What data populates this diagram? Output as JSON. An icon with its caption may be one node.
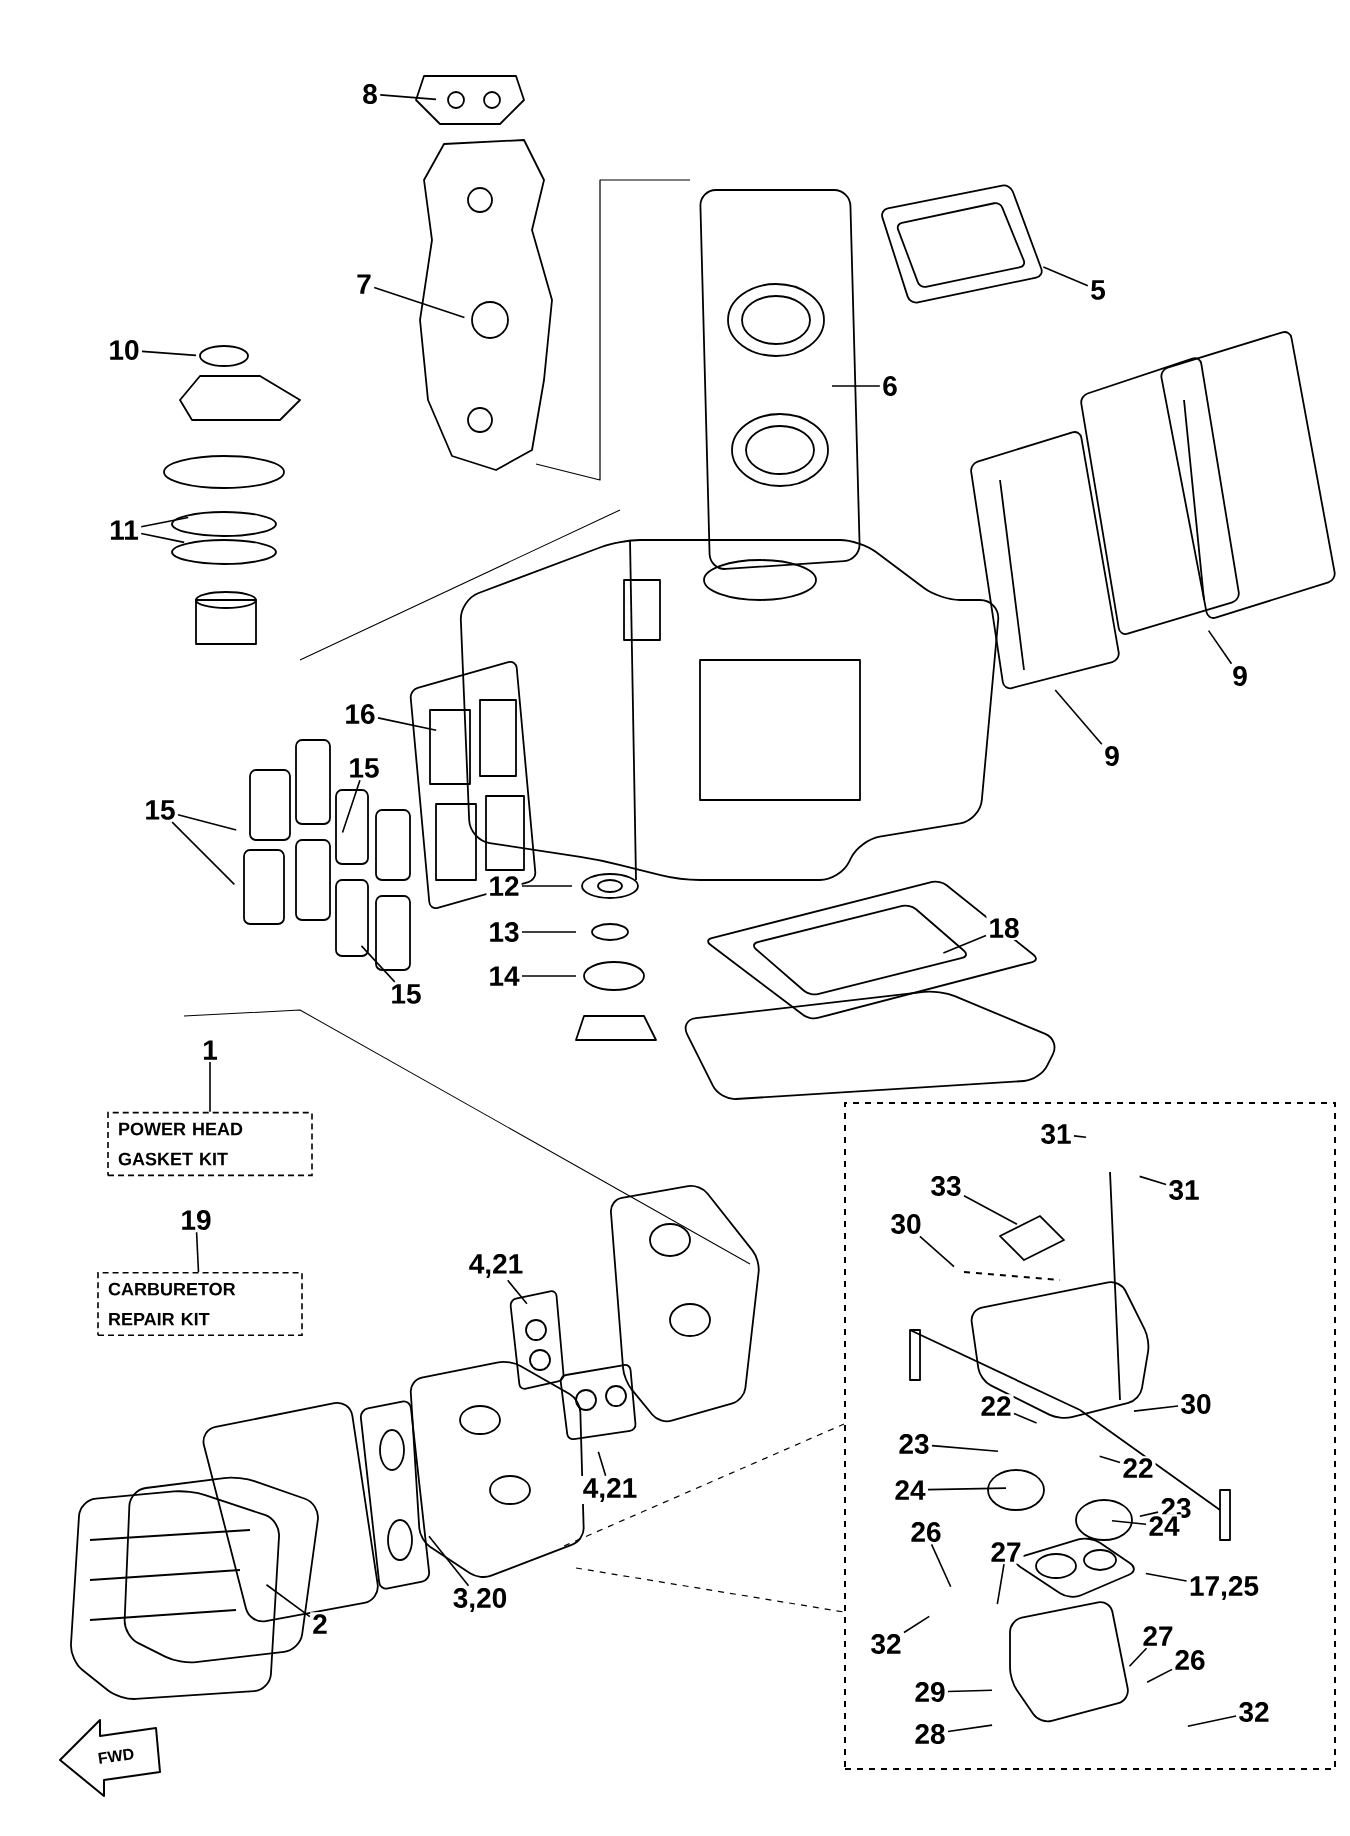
{
  "diagram": {
    "nodes": [
      {
        "text": [
          "8"
        ]
      },
      {
        "text": [
          "7"
        ]
      },
      {
        "text": [
          "10"
        ]
      },
      {
        "text": [
          "11"
        ]
      },
      {
        "text": [
          "6"
        ]
      },
      {
        "text": [
          "5"
        ]
      },
      {
        "text": [
          "9"
        ]
      },
      {
        "text": [
          "9"
        ]
      },
      {
        "text": [
          "16"
        ]
      },
      {
        "text": [
          "15"
        ]
      },
      {
        "text": [
          "15"
        ]
      },
      {
        "text": [
          "15"
        ]
      },
      {
        "text": [
          "12"
        ]
      },
      {
        "text": [
          "13"
        ]
      },
      {
        "text": [
          "14"
        ]
      },
      {
        "text": [
          "18"
        ]
      },
      {
        "text": [
          "1"
        ]
      },
      {
        "text": [
          "POWER HEAD GASKET KIT"
        ]
      },
      {
        "text": [
          "19"
        ]
      },
      {
        "text": [
          "CARBURETOR REPAIR KIT"
        ]
      },
      {
        "text": [
          "4,21"
        ]
      },
      {
        "text": [
          "4,21"
        ]
      },
      {
        "text": [
          "3,20"
        ]
      },
      {
        "text": [
          "2"
        ]
      },
      {
        "text": [],
        "shape": "box"
      },
      {
        "text": [
          "31"
        ],
        "in": 24
      },
      {
        "text": [
          "31"
        ],
        "in": 24
      },
      {
        "text": [
          "33"
        ],
        "in": 24
      },
      {
        "text": [
          "30"
        ],
        "in": 24
      },
      {
        "text": [
          "30"
        ],
        "in": 24
      },
      {
        "text": [
          "22"
        ],
        "in": 24
      },
      {
        "text": [
          "22"
        ],
        "in": 24
      },
      {
        "text": [
          "23"
        ],
        "in": 24
      },
      {
        "text": [
          "23"
        ],
        "in": 24
      },
      {
        "text": [
          "24"
        ],
        "in": 24
      },
      {
        "text": [
          "24"
        ],
        "in": 24
      },
      {
        "text": [
          "17,25"
        ],
        "in": 24
      },
      {
        "text": [
          "26"
        ],
        "in": 24
      },
      {
        "text": [
          "27"
        ],
        "in": 24
      },
      {
        "text": [
          "32"
        ],
        "in": 24
      },
      {
        "text": [
          "27"
        ],
        "in": 24
      },
      {
        "text": [
          "26"
        ],
        "in": 24
      },
      {
        "text": [
          "29"
        ],
        "in": 24
      },
      {
        "text": [
          "28"
        ],
        "in": 24
      },
      {
        "text": [
          "32"
        ],
        "in": 24
      }
    ],
    "edges": [
      {
        "from": 0,
        "to": null,
        "arrow": "none"
      },
      {
        "from": 1,
        "to": null,
        "arrow": "none"
      },
      {
        "from": 2,
        "to": null,
        "arrow": "none"
      },
      {
        "from": 3,
        "to": null,
        "arrow": "none"
      },
      {
        "from": 3,
        "to": null,
        "arrow": "none"
      },
      {
        "from": 4,
        "to": null,
        "arrow": "none"
      },
      {
        "from": 5,
        "to": null,
        "arrow": "none"
      },
      {
        "from": 6,
        "to": null,
        "arrow": "none"
      },
      {
        "from": 7,
        "to": null,
        "arrow": "none"
      },
      {
        "from": 8,
        "to": null,
        "arrow": "none"
      },
      {
        "from": 9,
        "to": null,
        "arrow": "none"
      },
      {
        "from": 9,
        "to": null,
        "arrow": "none"
      },
      {
        "from": 10,
        "to": null,
        "arrow": "none"
      },
      {
        "from": 11,
        "to": null,
        "arrow": "none"
      },
      {
        "from": 12,
        "to": null,
        "arrow": "none"
      },
      {
        "from": 13,
        "to": null,
        "arrow": "none"
      },
      {
        "from": 14,
        "to": null,
        "arrow": "none"
      },
      {
        "from": 15,
        "to": null,
        "arrow": "none"
      },
      {
        "from": 16,
        "to": 17,
        "arrow": "none"
      },
      {
        "from": 18,
        "to": 19,
        "arrow": "none"
      },
      {
        "from": 20,
        "to": null,
        "arrow": "none"
      },
      {
        "from": 21,
        "to": null,
        "arrow": "none"
      },
      {
        "from": 22,
        "to": null,
        "arrow": "none"
      },
      {
        "from": 23,
        "to": null,
        "arrow": "none"
      },
      {
        "from": 25,
        "to": null,
        "arrow": "none"
      },
      {
        "from": 26,
        "to": null,
        "arrow": "none"
      },
      {
        "from": 27,
        "to": null,
        "arrow": "none"
      },
      {
        "from": 28,
        "to": null,
        "arrow": "none"
      },
      {
        "from": 29,
        "to": null,
        "arrow": "none"
      },
      {
        "from": 30,
        "to": null,
        "arrow": "none"
      },
      {
        "from": 31,
        "to": null,
        "arrow": "none"
      },
      {
        "from": 32,
        "to": null,
        "arrow": "none"
      },
      {
        "from": 33,
        "to": null,
        "arrow": "none"
      },
      {
        "from": 34,
        "to": null,
        "arrow": "none"
      },
      {
        "from": 35,
        "to": null,
        "arrow": "none"
      },
      {
        "from": 36,
        "to": null,
        "arrow": "none"
      },
      {
        "from": 37,
        "to": null,
        "arrow": "none"
      },
      {
        "from": 38,
        "to": null,
        "arrow": "none"
      },
      {
        "from": 39,
        "to": null,
        "arrow": "none"
      },
      {
        "from": 40,
        "to": null,
        "arrow": "none"
      },
      {
        "from": 41,
        "to": null,
        "arrow": "none"
      },
      {
        "from": 42,
        "to": null,
        "arrow": "none"
      },
      {
        "from": 43,
        "to": null,
        "arrow": "none"
      },
      {
        "from": 44,
        "to": null,
        "arrow": "none"
      },
      {
        "from": null,
        "to": 24,
        "arrow": "none",
        "style": "dashed"
      },
      {
        "from": null,
        "to": 24,
        "arrow": "none",
        "style": "dashed"
      }
    ],
    "labels": [
      "FWD"
    ]
  }
}
